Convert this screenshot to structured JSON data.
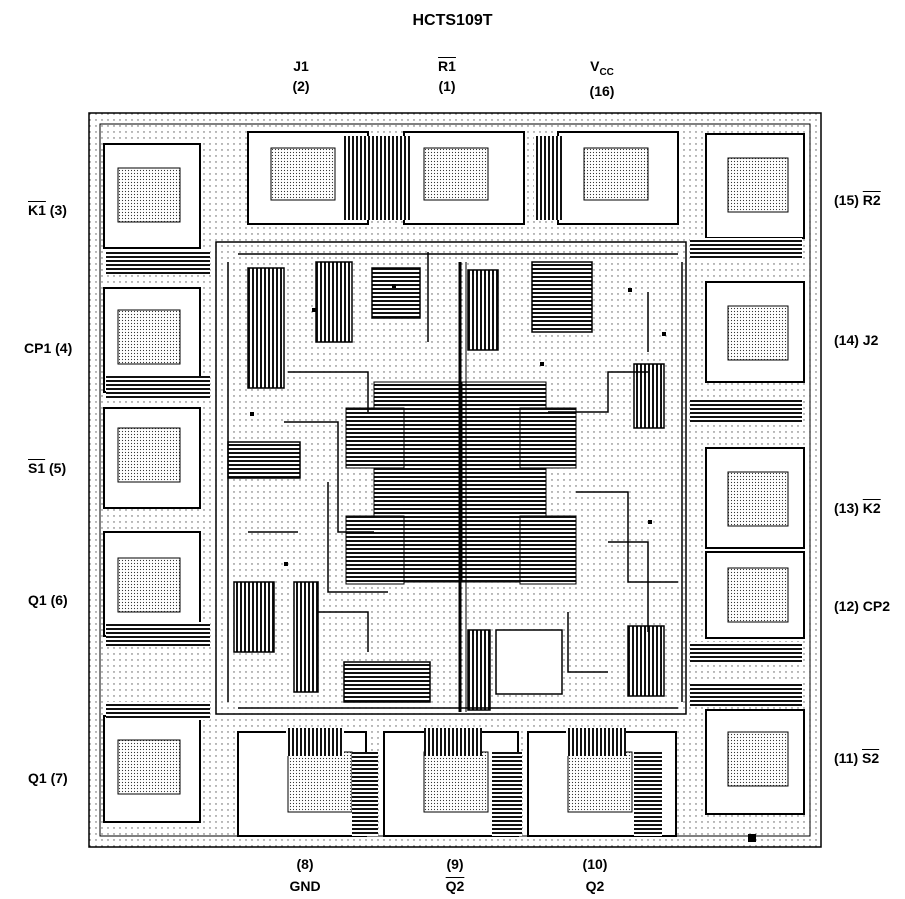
{
  "title": "HCTS109T",
  "pins": {
    "top": [
      {
        "name": "J1",
        "number": "(2)",
        "overbar": false
      },
      {
        "name": "R1",
        "number": "(1)",
        "overbar": true
      },
      {
        "name": "V",
        "sub": "CC",
        "number": "(16)",
        "overbar": false
      }
    ],
    "left": [
      {
        "name": "K1",
        "number": "(3)",
        "overbar": true
      },
      {
        "name": "CP1",
        "number": "(4)",
        "overbar": false
      },
      {
        "name": "S1",
        "number": "(5)",
        "overbar": true
      },
      {
        "name": "Q1",
        "number": "(6)",
        "overbar": false
      },
      {
        "name": "Q1",
        "number": "(7)",
        "overbar": false
      }
    ],
    "right": [
      {
        "name": "R2",
        "number": "(15)",
        "overbar": true
      },
      {
        "name": "J2",
        "number": "(14)",
        "overbar": false
      },
      {
        "name": "K2",
        "number": "(13)",
        "overbar": true
      },
      {
        "name": "CP2",
        "number": "(12)",
        "overbar": false
      },
      {
        "name": "S2",
        "number": "(11)",
        "overbar": true
      }
    ],
    "bottom": [
      {
        "name": "GND",
        "number": "(8)",
        "overbar": false
      },
      {
        "name": "Q2",
        "number": "(9)",
        "overbar": true
      },
      {
        "name": "Q2",
        "number": "(10)",
        "overbar": false
      }
    ]
  }
}
